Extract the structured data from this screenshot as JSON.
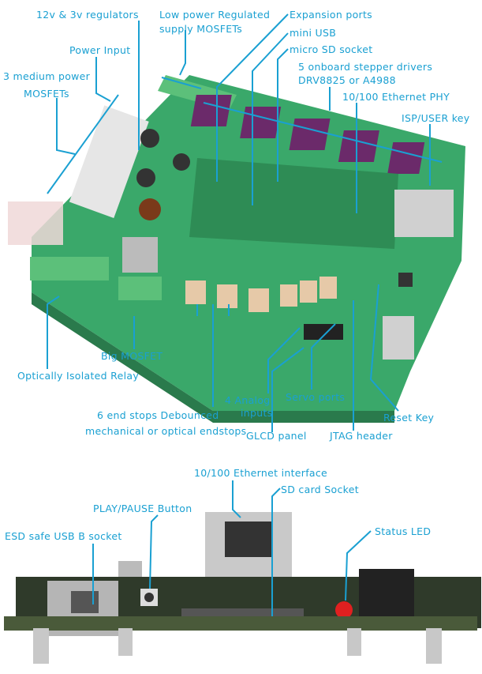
{
  "colors": {
    "label": "#1aa0d2",
    "board": "#3aa86a",
    "board_dark": "#2a7a4c",
    "terminal": "#5cc07a"
  },
  "top_labels": {
    "regulators": "12v & 3v regulators",
    "low_power_1": "Low power Regulated",
    "low_power_2": "supply MOSFETs",
    "expansion": "Expansion ports",
    "mini_usb": "mini USB",
    "micro_sd": "micro SD socket",
    "power_input": "Power Input",
    "medium_mosfets_1": "3 medium power",
    "medium_mosfets_2": "MOSFETs",
    "steppers_1": "5 onboard stepper drivers",
    "steppers_2": "DRV8825 or A4988",
    "eth_phy": "10/100 Ethernet PHY",
    "isp_key": "ISP/USER key",
    "big_mosfet": "Big MOSFET",
    "relay": "Optically Isolated Relay",
    "endstops_1": "6 end stops Debounced",
    "endstops_2": "mechanical or optical endstops",
    "analog_1": "4 Analog",
    "analog_2": "inputs",
    "servo": "Servo ports",
    "reset": "Reset Key",
    "glcd": "GLCD panel",
    "jtag": "JTAG header"
  },
  "bottom_labels": {
    "eth_interface": "10/100 Ethernet interface",
    "sd_card": "SD card Socket",
    "play_pause": "PLAY/PAUSE Button",
    "usb_b": "ESD safe USB B socket",
    "status_led": "Status LED"
  }
}
